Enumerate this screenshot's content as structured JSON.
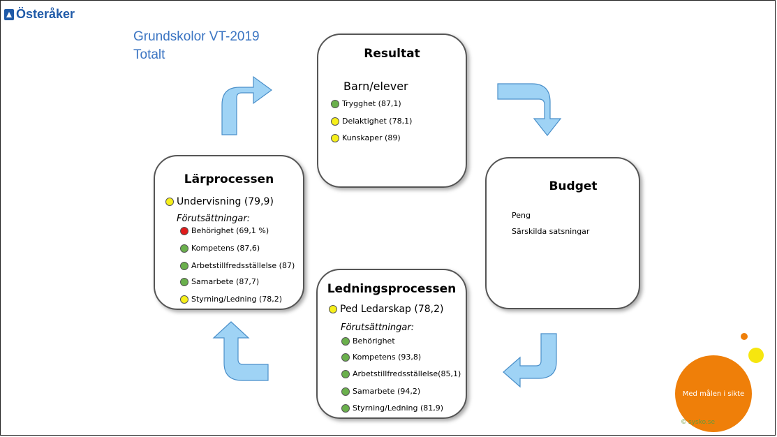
{
  "logo": {
    "text": "Österåker"
  },
  "heading": {
    "line1": "Grundskolor VT-2019",
    "line2": "Totalt"
  },
  "resultat": {
    "title": "Resultat",
    "subtitle": "Barn/elever",
    "items": [
      {
        "label": "Trygghet (87,1)",
        "status": "green"
      },
      {
        "label": "Delaktighet (78,1)",
        "status": "yellow"
      },
      {
        "label": "Kunskaper (89)",
        "status": "yellow"
      }
    ]
  },
  "budget": {
    "title": "Budget",
    "items": [
      "Peng",
      "Särskilda satsningar"
    ]
  },
  "larprocessen": {
    "title": "Lärprocessen",
    "main": {
      "label": "Undervisning (79,9)",
      "status": "yellow"
    },
    "sub_title": "Förutsättningar:",
    "items": [
      {
        "label": "Behörighet (69,1 %)",
        "status": "red"
      },
      {
        "label": "Kompetens (87,6)",
        "status": "green"
      },
      {
        "label": "Arbetstillfredsställelse (87)",
        "status": "green"
      },
      {
        "label": "Samarbete (87,7)",
        "status": "green"
      },
      {
        "label": "Styrning/Ledning (78,2)",
        "status": "yellow"
      }
    ]
  },
  "ledning": {
    "title": "Ledningsprocessen",
    "main": {
      "label": "Ped Ledarskap (78,2)",
      "status": "yellow"
    },
    "sub_title": "Förutsättningar:",
    "items": [
      {
        "label": "Behörighet",
        "status": "green"
      },
      {
        "label": "Kompetens (93,8)",
        "status": "green"
      },
      {
        "label": "Arbetstillfredsställelse(85,1)",
        "status": "green"
      },
      {
        "label": "Samarbete (94,2)",
        "status": "green"
      },
      {
        "label": "Styrning/Ledning (81,9)",
        "status": "green"
      }
    ]
  },
  "branding": {
    "circle_text": "Med målen i sikte",
    "credit": "sysko.se"
  },
  "colors": {
    "green": "#6ab04c",
    "yellow": "#f6ef1a",
    "red": "#e01b1b",
    "arrow": "#9fd3f5",
    "accent": "#ef7f09"
  }
}
